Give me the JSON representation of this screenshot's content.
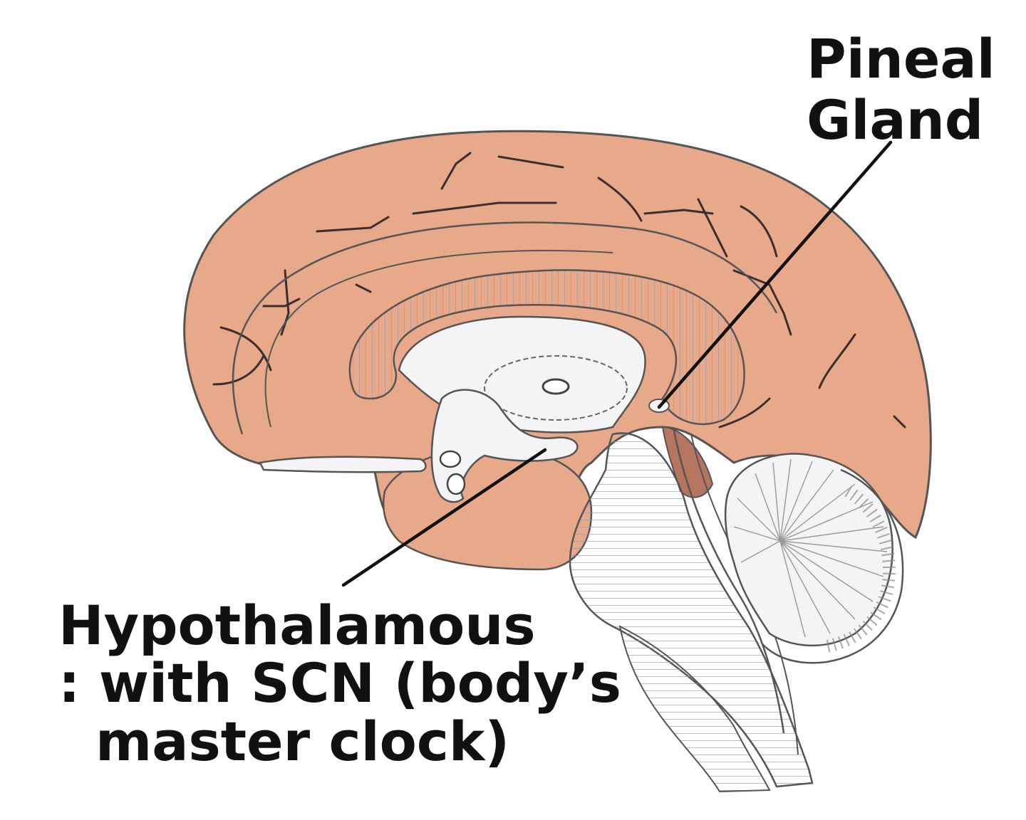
{
  "labels": {
    "pineal": [
      "Pineal",
      "Gland"
    ],
    "hypothalamus": [
      "Hypothalamous",
      ": with SCN (body’s",
      "master clock)"
    ]
  },
  "colors": {
    "cortex": "#e8a88a",
    "cortex_shadow": "#d9967a",
    "white_matter": "#f4f4f6",
    "outline": "#555555",
    "hatch": "#9a9aa6",
    "leader": "#111111",
    "dark_nucleus": "#b5755f",
    "background": "#ffffff"
  }
}
